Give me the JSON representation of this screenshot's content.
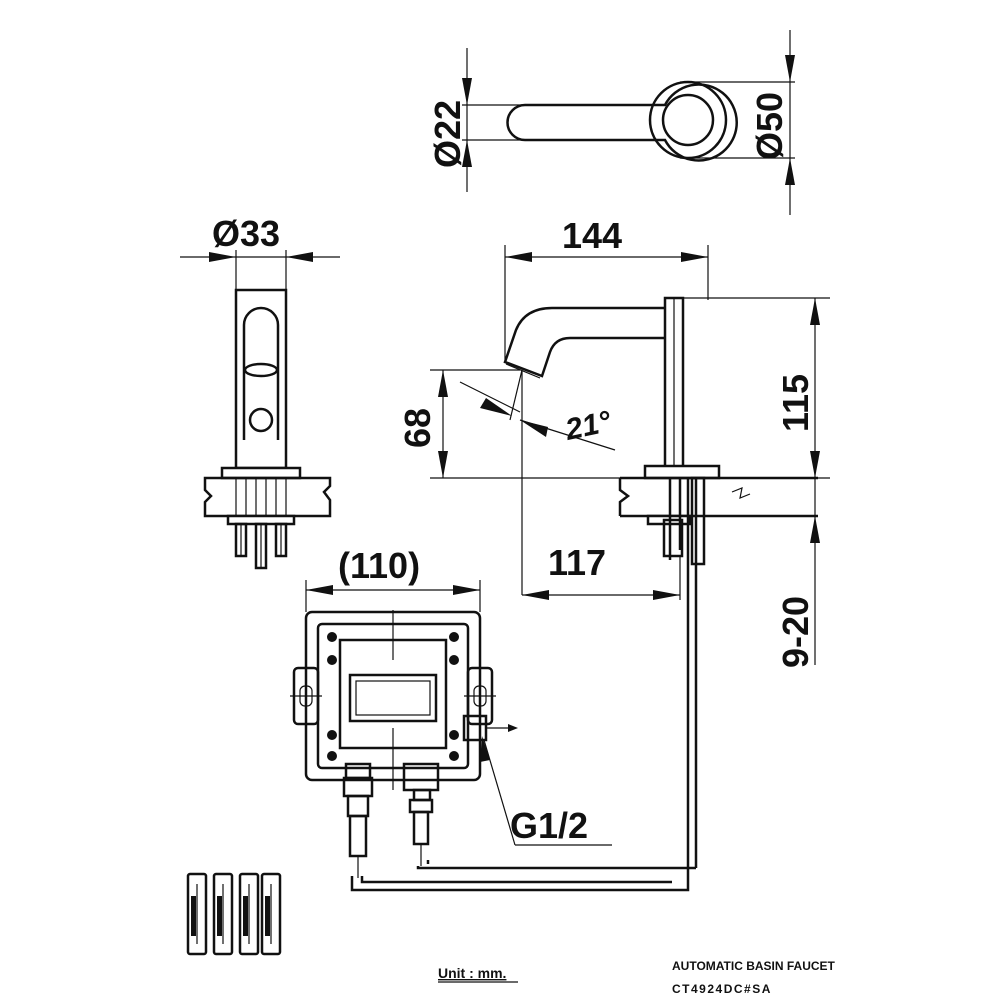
{
  "dimensions": {
    "dia_22": "Ø22",
    "dia_50": "Ø50",
    "dia_33": "Ø33",
    "len_144": "144",
    "h_115": "115",
    "h_68": "68",
    "angle": "21°",
    "box_110": "(110)",
    "len_117": "117",
    "deck_9_20": "9-20",
    "thread": "G1/2"
  },
  "footer": {
    "unit": "Unit : mm.",
    "product_name": "AUTOMATIC BASIN FAUCET",
    "product_code": "CT4924DC#SA"
  },
  "icons": [
    "battery-icon",
    "battery-icon",
    "battery-icon",
    "battery-icon"
  ]
}
